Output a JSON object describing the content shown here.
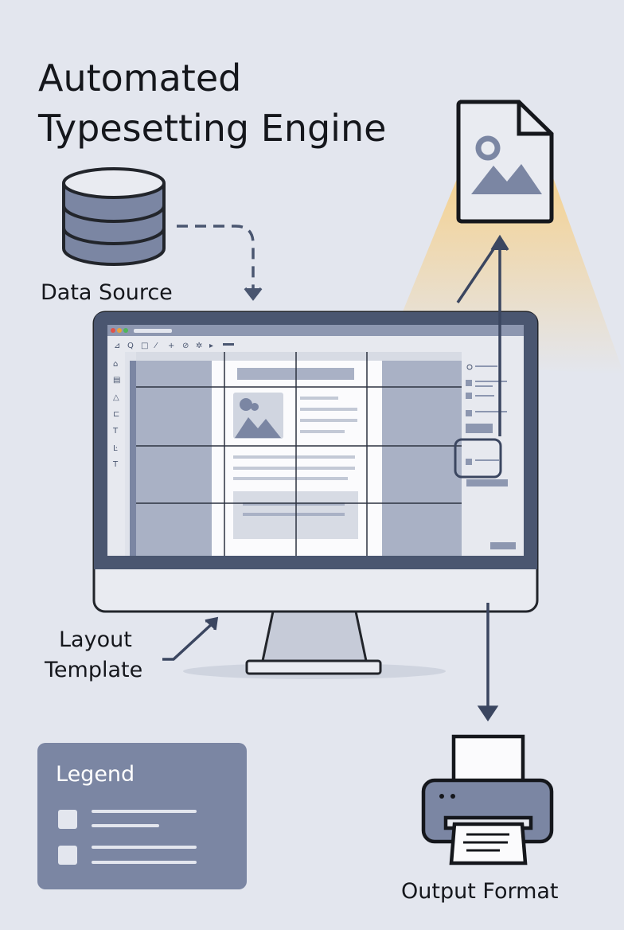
{
  "title": {
    "line1": "Automated",
    "line2": "Typesetting Engine"
  },
  "labels": {
    "data_source": "Data Source",
    "layout_template_line1": "Layout",
    "layout_template_line2": "Template",
    "output_format": "Output Format"
  },
  "legend": {
    "title": "Legend"
  },
  "colors": {
    "background": "#e3e6ee",
    "slate": "#7b86a3",
    "bezel": "#4a5670",
    "stroke": "#22252b",
    "glow": "#f5d9a0"
  }
}
